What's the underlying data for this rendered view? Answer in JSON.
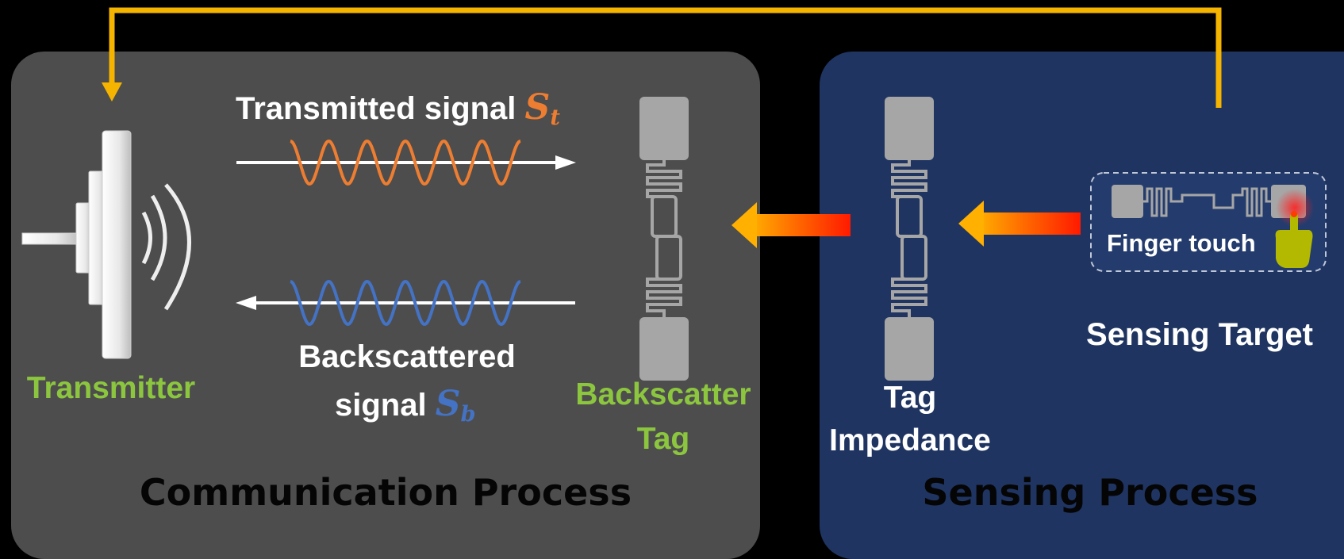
{
  "communication": {
    "title": "Communication Process",
    "transmitter_label": "Transmitter",
    "transmitted_label": "Transmitted signal",
    "transmitted_symbol": "S",
    "transmitted_subscript": "t",
    "backscattered_line1": "Backscattered",
    "backscattered_line2": "signal",
    "backscattered_symbol": "S",
    "backscattered_subscript": "b",
    "tag_label_line1": "Backscatter",
    "tag_label_line2": "Tag"
  },
  "sensing": {
    "title": "Sensing Process",
    "impedance_line1": "Tag",
    "impedance_line2": "Impedance",
    "target_label": "Sensing Target",
    "finger_touch_label": "Finger touch"
  },
  "colors": {
    "communication_panel": "#4d4d4d",
    "sensing_panel": "#1f3461",
    "feedback_line": "#f5b400",
    "transmitted_wave": "#ed7d31",
    "backscattered_wave": "#4472c4",
    "label_green": "#8cc63f",
    "process_arrow_start": "#ffb000",
    "process_arrow_end": "#ff1a00"
  },
  "icons": {
    "transmitter": "antenna-icon",
    "tag": "rfid-tag-icon",
    "finger": "pointing-hand-icon"
  }
}
